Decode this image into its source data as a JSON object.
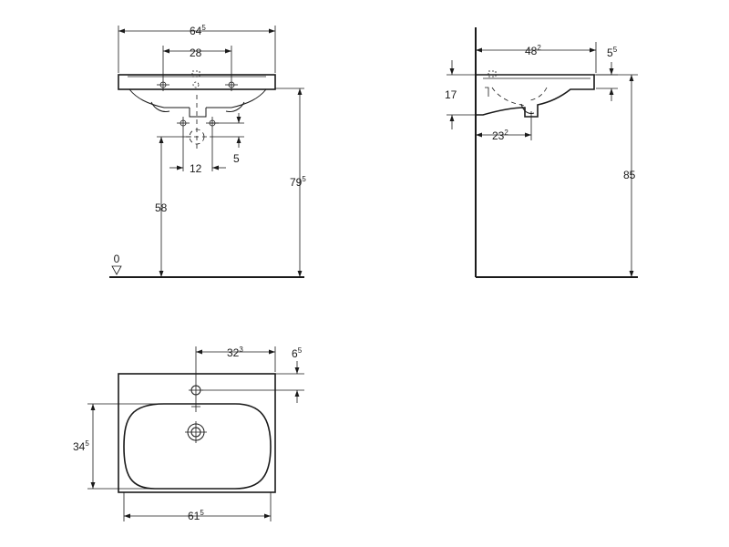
{
  "front_view": {
    "overall_width": {
      "main": "64",
      "sup": "5"
    },
    "tap_spacing": {
      "main": "28"
    },
    "waste_spacing": {
      "main": "12"
    },
    "waste_drop": {
      "main": "5"
    },
    "waste_height": {
      "main": "58"
    },
    "rim_height": {
      "main": "79",
      "sup": "5"
    },
    "floor_level": {
      "main": "0"
    }
  },
  "side_view": {
    "depth": {
      "main": "48",
      "sup": "2"
    },
    "back_offset": {
      "main": "5",
      "sup": "5"
    },
    "bowl_height": {
      "main": "17"
    },
    "waste_offset": {
      "main": "23",
      "sup": "2"
    },
    "mount_height": {
      "main": "85"
    }
  },
  "top_view": {
    "tap_hole_offset": {
      "main": "32",
      "sup": "3"
    },
    "tap_hole_depth": {
      "main": "6",
      "sup": "5"
    },
    "bowl_depth": {
      "main": "34",
      "sup": "5"
    },
    "bowl_width": {
      "main": "61",
      "sup": "5"
    }
  }
}
